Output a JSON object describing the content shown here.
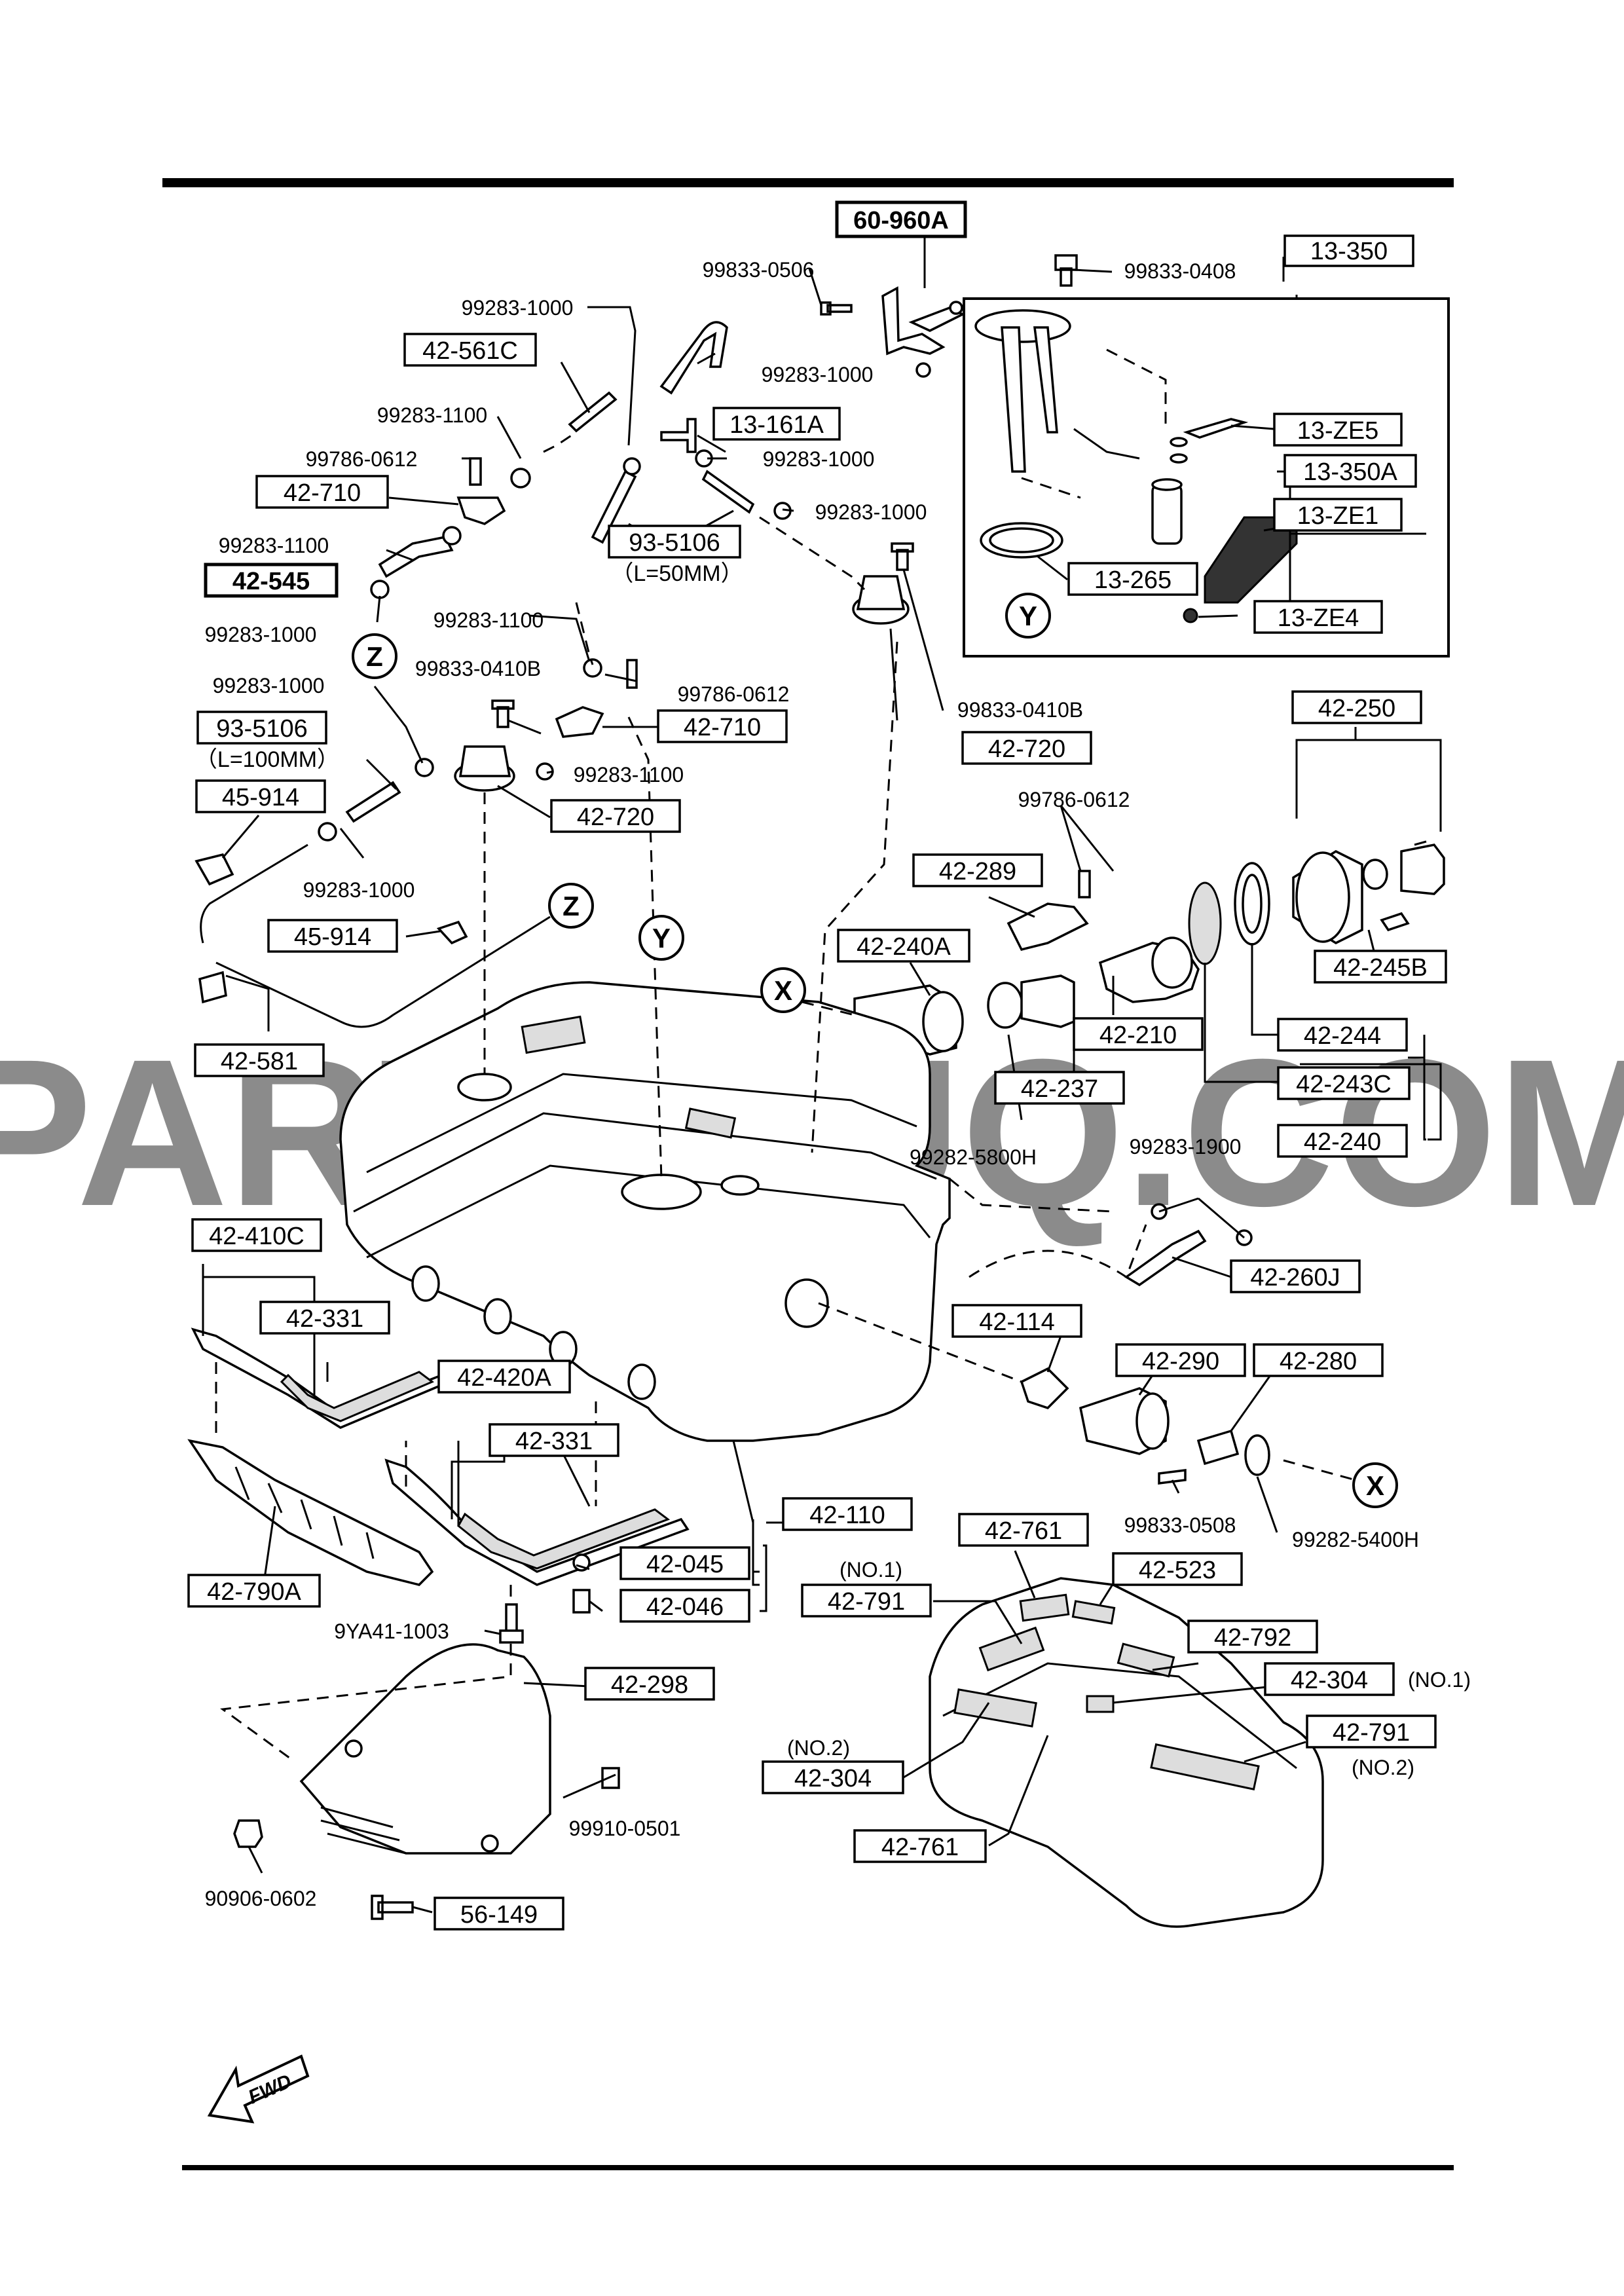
{
  "watermark": "PARTSOUQ.COM",
  "markers": {
    "x": "X",
    "y": "Y",
    "z": "Z"
  },
  "fwd_label": "FWD",
  "boxed_labels": {
    "b60_960a": "60-960A",
    "b13_350": "13-350",
    "b42_561c": "42-561C",
    "b13_161a": "13-161A",
    "b13_ze5": "13-ZE5",
    "b13_350a": "13-350A",
    "b42_710_a": "42-710",
    "b93_5106_a": "93-5106",
    "b13_ze1": "13-ZE1",
    "b42_545": "42-545",
    "b13_265": "13-265",
    "b13_ze4": "13-ZE4",
    "b42_710_b": "42-710",
    "b93_5106_b": "93-5106",
    "b42_720_a": "42-720",
    "b45_914_a": "45-914",
    "b42_720_b": "42-720",
    "b42_250": "42-250",
    "b42_289": "42-289",
    "b45_914_b": "45-914",
    "b42_240a": "42-240A",
    "b42_245b": "42-245B",
    "b42_581": "42-581",
    "b42_210": "42-210",
    "b42_244": "42-244",
    "b42_237": "42-237",
    "b42_243c": "42-243C",
    "b42_240": "42-240",
    "b42_410c": "42-410C",
    "b42_260j": "42-260J",
    "b42_331_a": "42-331",
    "b42_114": "42-114",
    "b42_420a": "42-420A",
    "b42_290": "42-290",
    "b42_280": "42-280",
    "b42_331_b": "42-331",
    "b42_110": "42-110",
    "b42_761_a": "42-761",
    "b42_790a": "42-790A",
    "b42_045": "42-045",
    "b42_523": "42-523",
    "b42_791_a": "42-791",
    "b42_046": "42-046",
    "b42_792": "42-792",
    "b42_298": "42-298",
    "b42_304_a": "42-304",
    "b42_791_b": "42-791",
    "b42_304_b": "42-304",
    "b42_761_b": "42-761",
    "b56_149": "56-149"
  },
  "plain_labels": {
    "p99833_0506": "99833-0506",
    "p99833_0408": "99833-0408",
    "p99283_1000_a": "99283-1000",
    "p99283_1000_b": "99283-1000",
    "p99283_1100_a": "99283-1100",
    "p99786_0612_a": "99786-0612",
    "p99283_1000_c": "99283-1000",
    "l50": "（L=50MM）",
    "p99283_1000_d": "99283-1000",
    "p99283_1100_b": "99283-1100",
    "p99283_1000_e": "99283-1000",
    "p99283_1100_c": "99283-1100",
    "p99283_1000_f": "99283-1000",
    "p99833_0410b_a": "99833-0410B",
    "p99786_0612_b": "99786-0612",
    "p99833_0410b_b": "99833-0410B",
    "l100": "（L=100MM）",
    "p99283_1100_d": "99283-1100",
    "p99283_1000_g": "99283-1000",
    "p99786_0612_c": "99786-0612",
    "p99282_5800h": "99282-5800H",
    "p99283_1900": "99283-1900",
    "p99833_0508": "99833-0508",
    "p99282_5400h": "99282-5400H",
    "no1_a": "(NO.1)",
    "p9ya41_1003": "9YA41-1003",
    "no1_b": "(NO.1)",
    "no2_a": "(NO.2)",
    "no2_b": "(NO.2)",
    "p99910_0501": "99910-0501",
    "p90906_0602": "90906-0602"
  }
}
